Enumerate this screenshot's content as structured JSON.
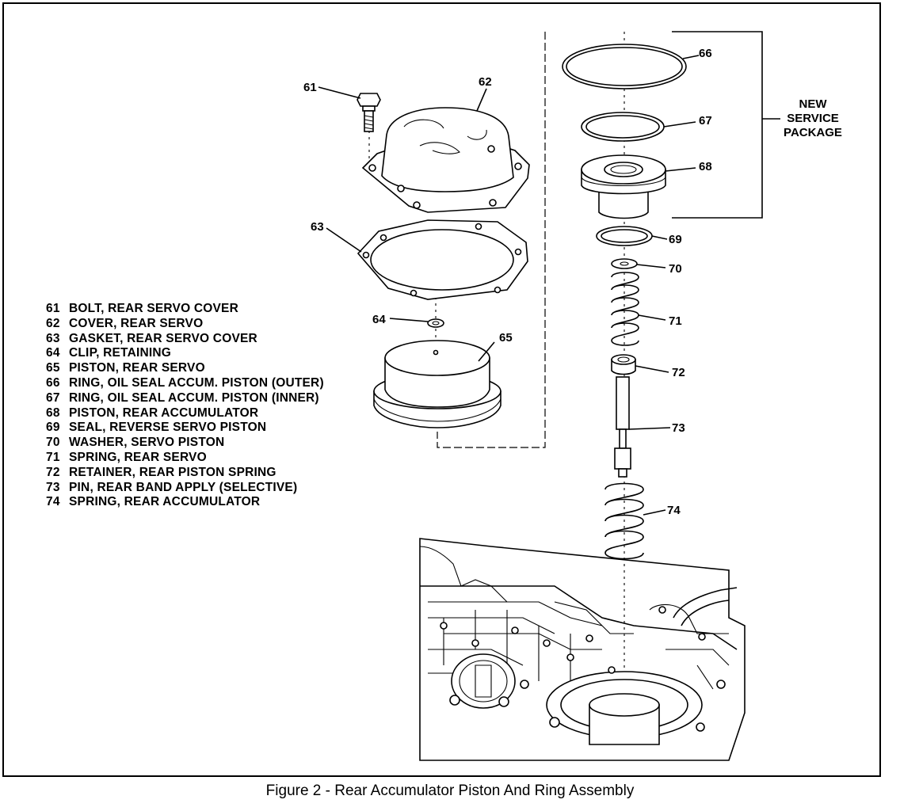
{
  "callouts": [
    "61",
    "62",
    "63",
    "64",
    "65",
    "66",
    "67",
    "68",
    "69",
    "70",
    "71",
    "72",
    "73",
    "74"
  ],
  "package_label": [
    "NEW",
    "SERVICE",
    "PACKAGE"
  ],
  "legend": [
    {
      "num": "61",
      "text": "BOLT, REAR SERVO COVER"
    },
    {
      "num": "62",
      "text": "COVER, REAR SERVO"
    },
    {
      "num": "63",
      "text": "GASKET, REAR SERVO COVER"
    },
    {
      "num": "64",
      "text": "CLIP, RETAINING"
    },
    {
      "num": "65",
      "text": "PISTON, REAR SERVO"
    },
    {
      "num": "66",
      "text": "RING, OIL SEAL ACCUM. PISTON (OUTER)"
    },
    {
      "num": "67",
      "text": "RING, OIL SEAL ACCUM. PISTON (INNER)"
    },
    {
      "num": "68",
      "text": "PISTON, REAR ACCUMULATOR"
    },
    {
      "num": "69",
      "text": "SEAL, REVERSE SERVO PISTON"
    },
    {
      "num": "70",
      "text": "WASHER, SERVO PISTON"
    },
    {
      "num": "71",
      "text": "SPRING, REAR SERVO"
    },
    {
      "num": "72",
      "text": "RETAINER, REAR PISTON SPRING"
    },
    {
      "num": "73",
      "text": "PIN, REAR BAND APPLY (SELECTIVE)"
    },
    {
      "num": "74",
      "text": "SPRING, REAR ACCUMULATOR"
    }
  ],
  "caption": "Figure 2 - Rear Accumulator Piston And Ring Assembly"
}
